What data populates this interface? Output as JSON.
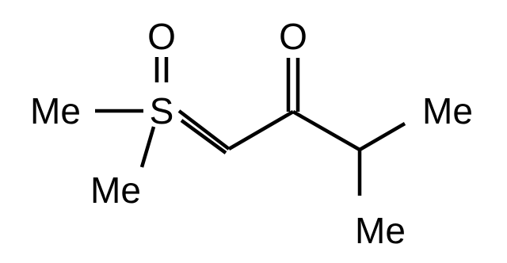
{
  "diagram": {
    "labels": {
      "sulfoxide_oxygen": "O",
      "sulfur": "S",
      "methyl_left": "Me",
      "methyl_lower": "Me",
      "ketone_oxygen": "O",
      "methyl_isopropyl_upper": "Me",
      "methyl_isopropyl_lower": "Me"
    },
    "colors": {
      "ink": "#000000",
      "background": "#ffffff"
    }
  }
}
